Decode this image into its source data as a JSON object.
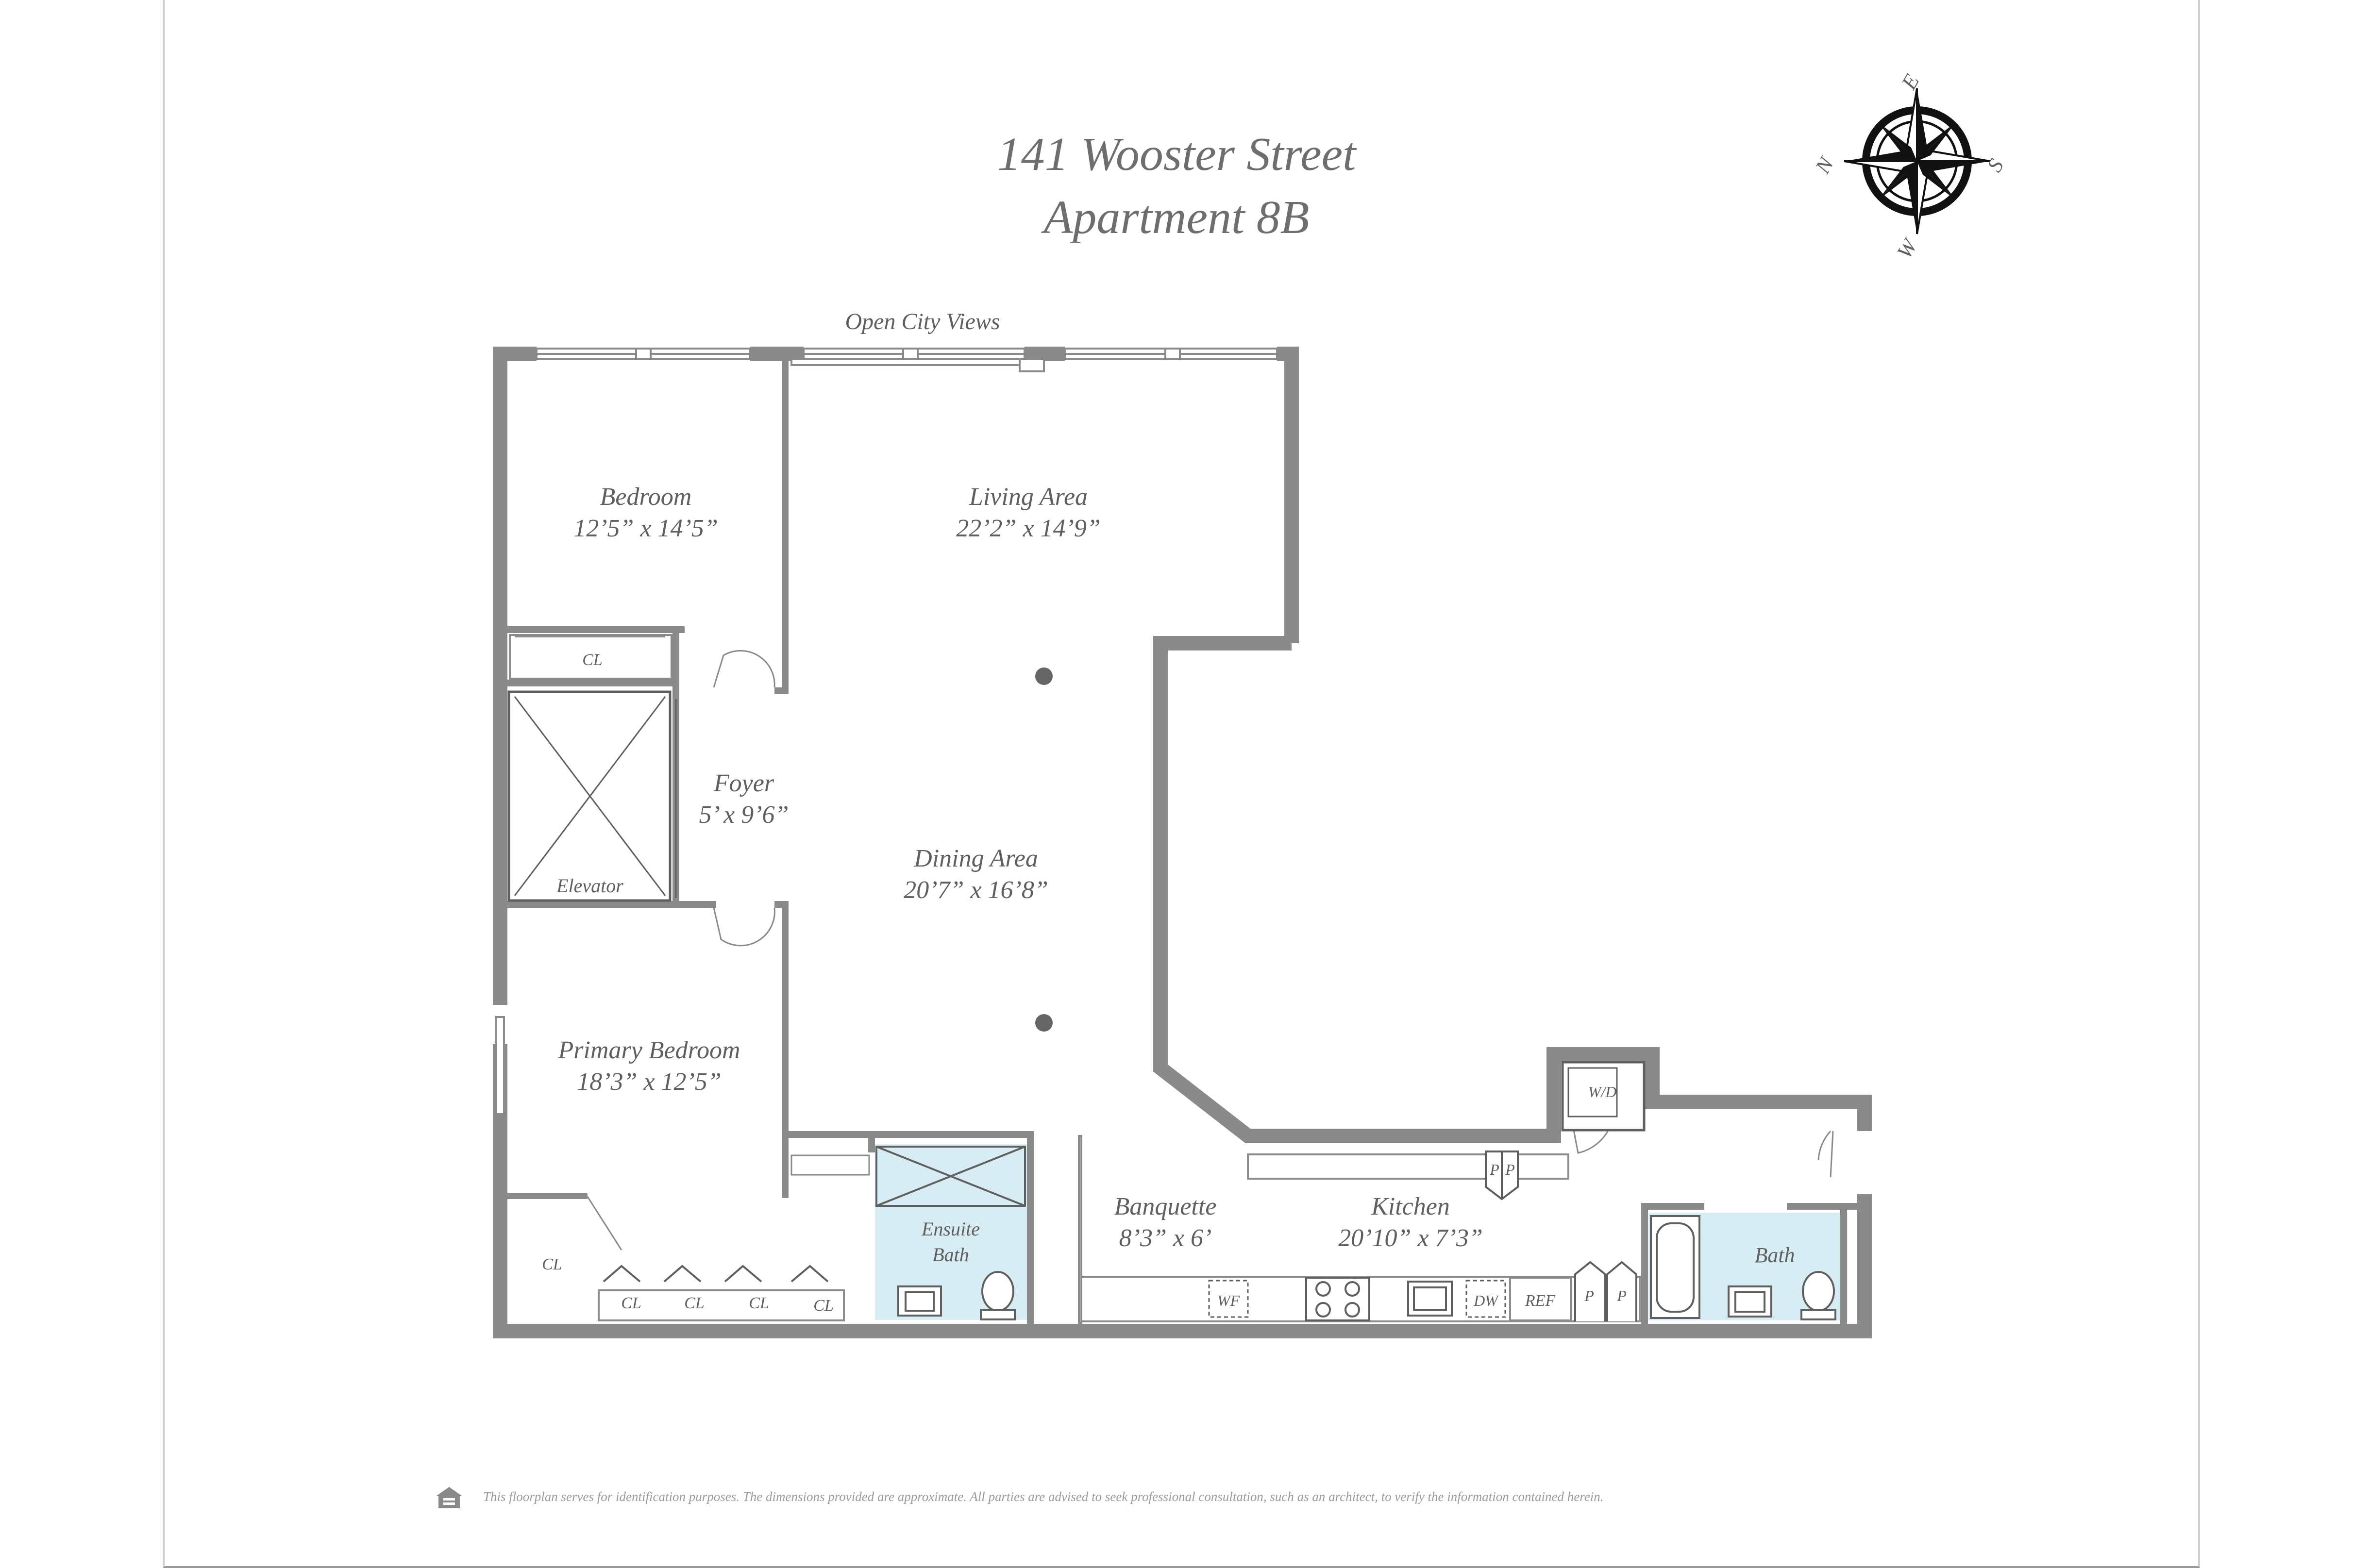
{
  "header": {
    "address": "141 Wooster Street",
    "unit": "Apartment 8B"
  },
  "compass": {
    "north": "N",
    "east": "E",
    "south": "S",
    "west": "W"
  },
  "views_label": "Open City Views",
  "rooms": {
    "bedroom": {
      "name": "Bedroom",
      "dims": "12’5” x 14’5”"
    },
    "living": {
      "name": "Living Area",
      "dims": "22’2” x 14’9”"
    },
    "foyer": {
      "name": "Foyer",
      "dims": "5’ x 9’6”"
    },
    "dining": {
      "name": "Dining Area",
      "dims": "20’7” x 16’8”"
    },
    "primary": {
      "name": "Primary Bedroom",
      "dims": "18’3” x 12’5”"
    },
    "ensuite": {
      "name_line1": "Ensuite",
      "name_line2": "Bath"
    },
    "banquette": {
      "name": "Banquette",
      "dims": "8’3” x 6’"
    },
    "kitchen": {
      "name": "Kitchen",
      "dims": "20’10” x 7’3”"
    },
    "bath": {
      "name": "Bath"
    },
    "elevator": {
      "name": "Elevator"
    }
  },
  "fixtures": {
    "closet": "CL",
    "pantry": "P",
    "washer_dryer": "W/D",
    "wine_fridge": "WF",
    "dishwasher": "DW",
    "refrigerator": "REF"
  },
  "disclaimer": "This floorplan serves for identification purposes. The dimensions provided are approximate. All parties are advised to seek professional consultation, such as an architect, to verify the information contained herein.",
  "colors": {
    "wall": "#8a8a8a",
    "bath_fill": "#d8ecf3",
    "text": "#5f5f5f"
  }
}
